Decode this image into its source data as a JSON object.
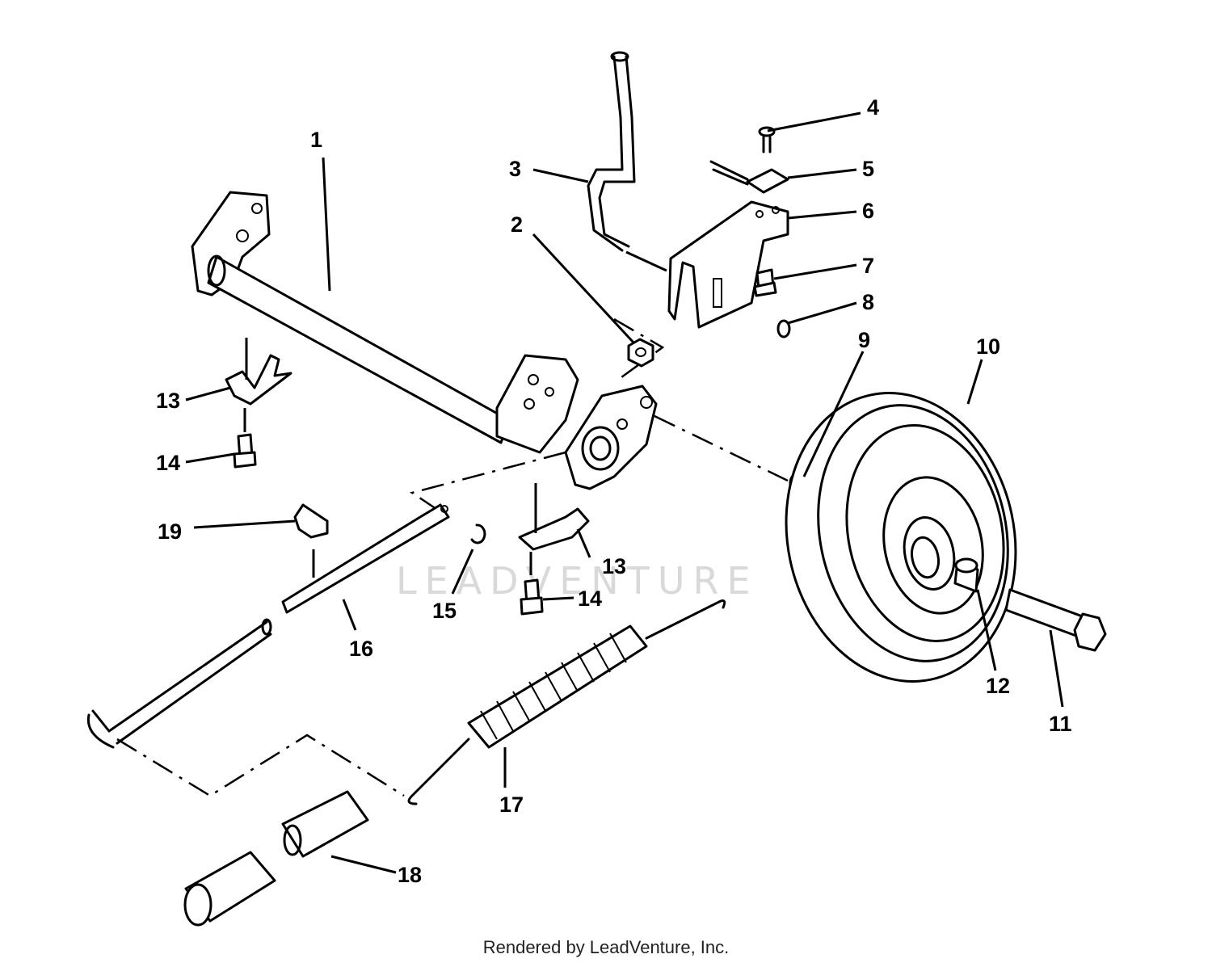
{
  "callouts": [
    "1",
    "2",
    "3",
    "4",
    "5",
    "6",
    "7",
    "8",
    "9",
    "10",
    "11",
    "12",
    "13",
    "14",
    "15",
    "16",
    "17",
    "18",
    "19"
  ],
  "watermark": "LEADVENTURE",
  "footer": "Rendered by LeadVenture, Inc."
}
